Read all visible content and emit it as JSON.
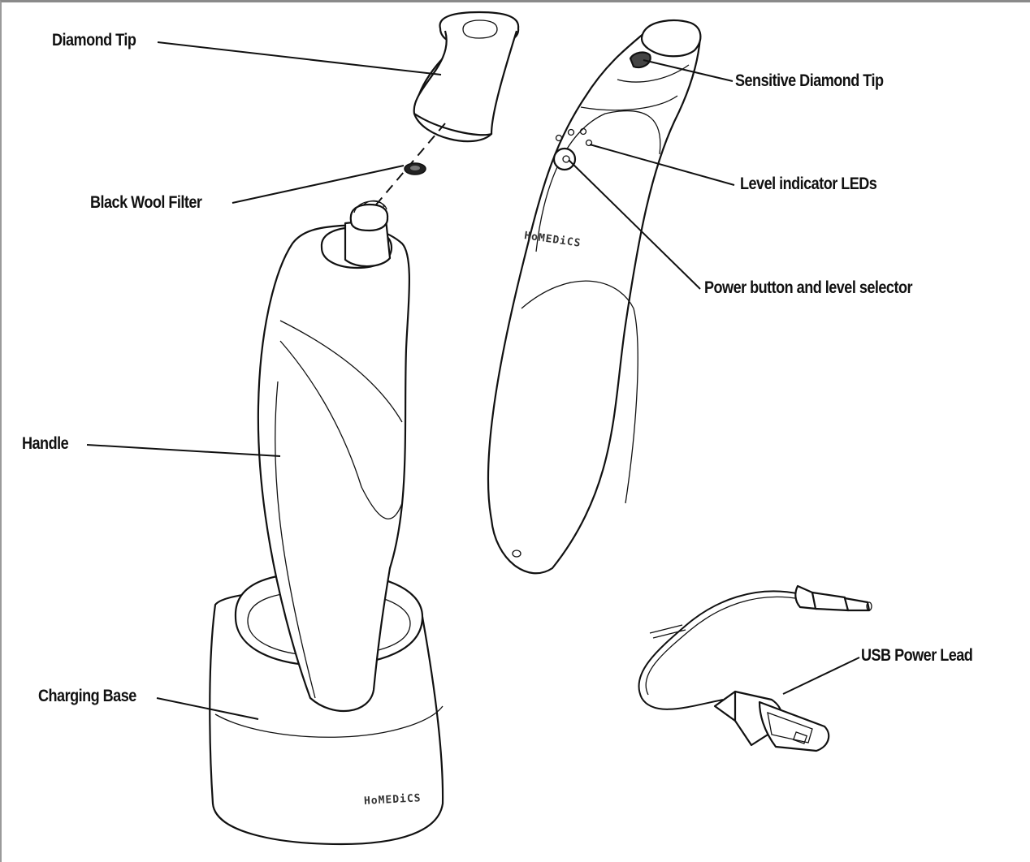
{
  "labels": {
    "diamond_tip": "Diamond Tip",
    "black_wool_filter": "Black Wool Filter",
    "handle": "Handle",
    "charging_base": "Charging Base",
    "sensitive_diamond_tip": "Sensitive Diamond Tip",
    "level_indicator_leds": "Level indicator LEDs",
    "power_button": "Power button and level selector",
    "usb_power_lead": "USB Power Lead"
  },
  "brand": {
    "device_logo": "HoMEDiCS",
    "base_logo": "HoMEDiCS"
  }
}
